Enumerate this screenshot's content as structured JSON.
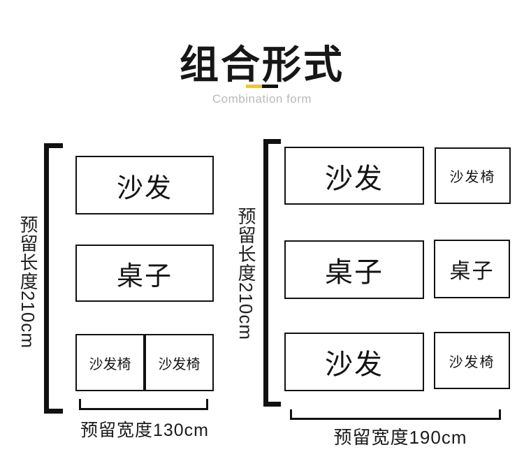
{
  "header": {
    "title": "组合形式",
    "subtitle": "Combination form",
    "divider_colors": {
      "yellow": "#F2C81F",
      "black": "#111111"
    }
  },
  "left_diagram": {
    "length_label": "预留长度210cm",
    "width_label": "预留宽度130cm",
    "sofa_label": "沙发",
    "table_label": "桌子",
    "chair_left_label": "沙发椅",
    "chair_right_label": "沙发椅"
  },
  "right_diagram": {
    "length_label": "预留长度210cm",
    "width_label": "预留宽度190cm",
    "row1": {
      "large_label": "沙发",
      "small_label": "沙发椅"
    },
    "row2": {
      "large_label": "桌子",
      "small_label": "桌子"
    },
    "row3": {
      "large_label": "沙发",
      "small_label": "沙发椅"
    }
  }
}
